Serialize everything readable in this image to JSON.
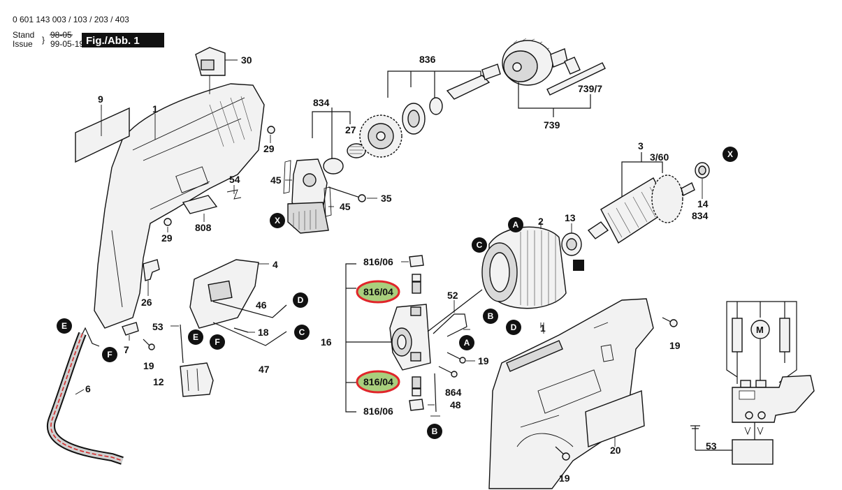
{
  "header": {
    "part_numbers": "0 601 143 003 / 103 / 203 / 403",
    "stand_label": "Stand",
    "issue_label": "Issue",
    "stand_date": "98-05",
    "issue_date": "99-05-19",
    "figure_title": "Fig./Abb. 1"
  },
  "labels": {
    "p30": "30",
    "p9": "9",
    "p1a": "1",
    "p29a": "29",
    "p54": "54",
    "p808": "808",
    "p29b": "29",
    "p834a": "834",
    "p27": "27",
    "p45a": "45",
    "p35": "35",
    "p45b": "45",
    "p836": "836",
    "p7397": "739/7",
    "p739": "739",
    "p3": "3",
    "p360": "3/60",
    "p14": "14",
    "p834b": "834",
    "p2": "2",
    "p13": "13",
    "p4": "4",
    "p46": "46",
    "p26": "26",
    "p53a": "53",
    "p18": "18",
    "p47": "47",
    "p7": "7",
    "p19a": "19",
    "p6": "6",
    "p12": "12",
    "p81606a": "816/06",
    "p81604a": "816/04",
    "p52": "52",
    "p16": "16",
    "p19b": "19",
    "p864": "864",
    "p48": "48",
    "p81604b": "816/04",
    "p81606b": "816/06",
    "p1b": "1",
    "p19c": "19",
    "p20": "20",
    "p19d": "19",
    "p53b": "53"
  },
  "markers": {
    "x1": "X",
    "x2": "X",
    "a1": "A",
    "a2": "A",
    "b1": "B",
    "b2": "B",
    "c1": "C",
    "c2": "C",
    "d1": "D",
    "d2": "D",
    "e1": "E",
    "e2": "E",
    "f1": "F",
    "f2": "F",
    "m": "M"
  },
  "colors": {
    "ink": "#111111",
    "highlight_fill": "#a9cf7d",
    "highlight_ring": "#e0252a",
    "marker_fill": "#111111"
  }
}
